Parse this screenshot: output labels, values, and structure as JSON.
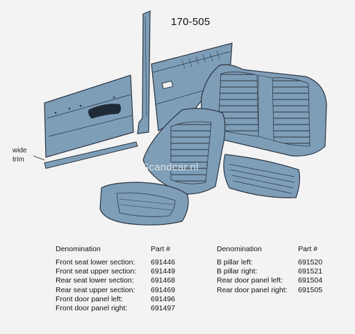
{
  "title": "170-505",
  "callout": {
    "line1": "wide",
    "line2": "trim"
  },
  "watermark": "Scandcar.nl",
  "colors": {
    "panel_fill": "#7e9eb8",
    "panel_stroke": "#2a3440",
    "background": "#f3f3f3"
  },
  "tables": [
    {
      "header": {
        "denomination": "Denomination",
        "part": "Part #"
      },
      "rows": [
        {
          "name": "Front seat lower section:",
          "part": "691446"
        },
        {
          "name": "Front seat upper section:",
          "part": "691449"
        },
        {
          "name": "Rear seat lower section:",
          "part": "691468"
        },
        {
          "name": "Rear seat upper section:",
          "part": "691469"
        },
        {
          "name": "Front door panel left:",
          "part": "691496"
        },
        {
          "name": "Front door panel right:",
          "part": "691497"
        }
      ]
    },
    {
      "header": {
        "denomination": "Denomination",
        "part": "Part #"
      },
      "rows": [
        {
          "name": "B pillar left:",
          "part": "691520"
        },
        {
          "name": "B pillar right:",
          "part": "691521"
        },
        {
          "name": "Rear door panel left:",
          "part": "691504"
        },
        {
          "name": "Rear door panel right:",
          "part": "691505"
        }
      ]
    }
  ]
}
